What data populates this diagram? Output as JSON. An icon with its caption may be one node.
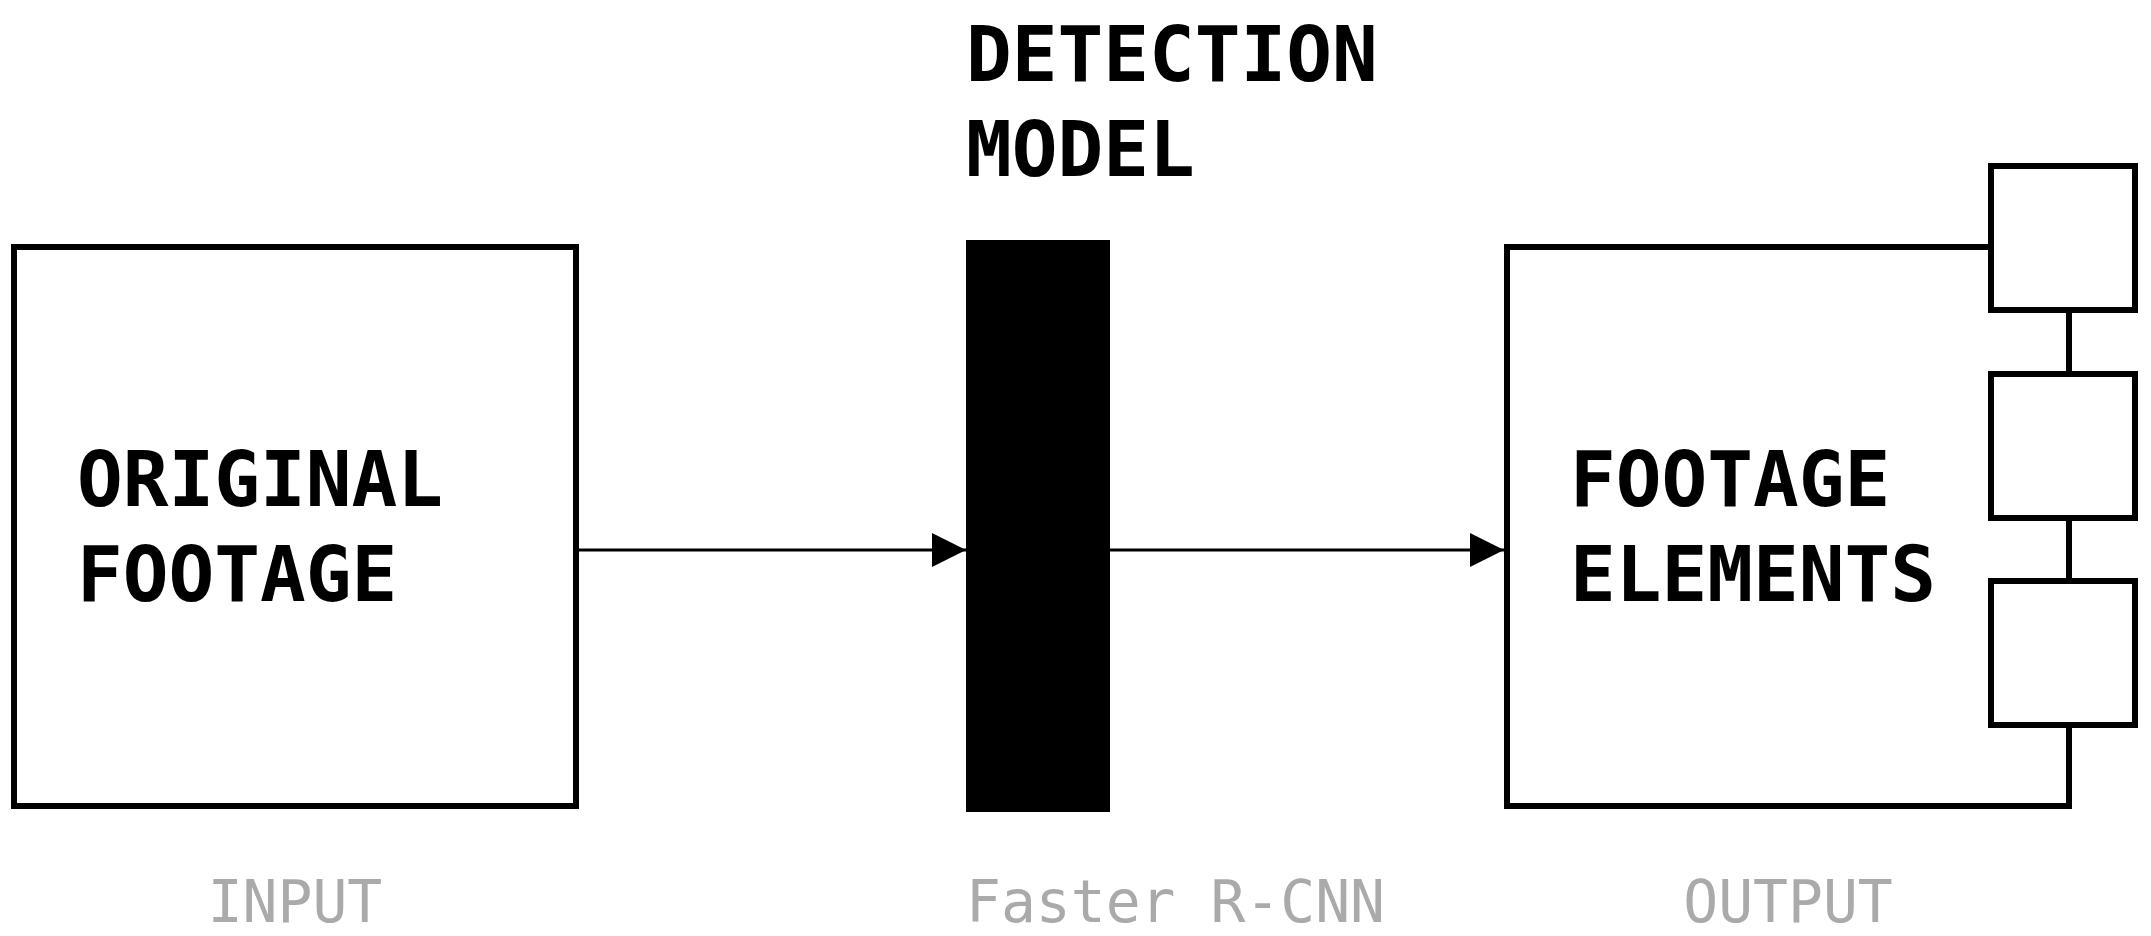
{
  "diagram": {
    "nodes": [
      {
        "text": [
          "ORIGINAL FOOTAGE"
        ],
        "beside": [
          "INPUT"
        ]
      },
      {
        "text": [
          "DETECTION MODEL"
        ],
        "beside": [
          "Faster R-CNN"
        ]
      },
      {
        "text": [
          "FOOTAGE ELEMENTS"
        ],
        "beside": [
          "OUTPUT"
        ]
      },
      {
        "text": [],
        "shape": "box"
      },
      {
        "text": [],
        "shape": "box"
      },
      {
        "text": [],
        "shape": "box"
      }
    ],
    "edges": [
      {
        "from": 0,
        "to": 1,
        "arrow": "to"
      },
      {
        "from": 1,
        "to": 2,
        "arrow": "to"
      }
    ]
  }
}
